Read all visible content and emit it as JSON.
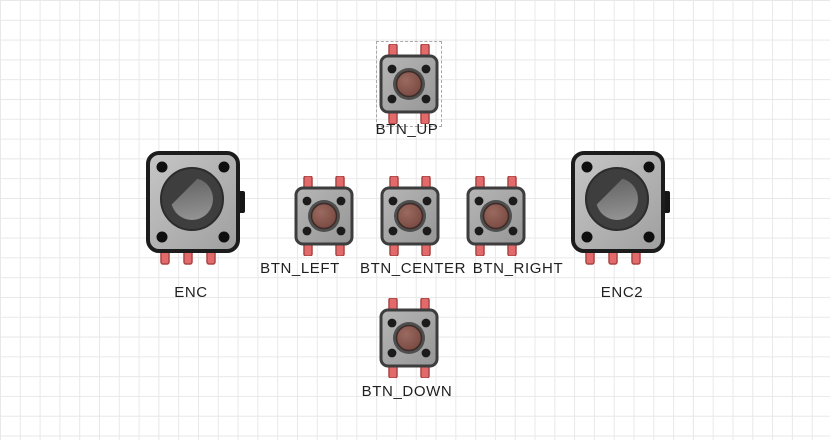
{
  "canvas": {
    "background": "#ffffff",
    "grid_color": "#e8e8e8"
  },
  "selection": {
    "color": "#a8a8a8",
    "selected_component": "BTN_UP"
  },
  "components": {
    "btn_up": {
      "type": "pushbutton",
      "label": "BTN_UP",
      "selected": true
    },
    "btn_left": {
      "type": "pushbutton",
      "label": "BTN_LEFT",
      "selected": false
    },
    "btn_center": {
      "type": "pushbutton",
      "label": "BTN_CENTER",
      "selected": false
    },
    "btn_right": {
      "type": "pushbutton",
      "label": "BTN_RIGHT",
      "selected": false
    },
    "btn_down": {
      "type": "pushbutton",
      "label": "BTN_DOWN",
      "selected": false
    },
    "enc": {
      "type": "rotary-encoder",
      "label": "ENC",
      "selected": false
    },
    "enc2": {
      "type": "rotary-encoder",
      "label": "ENC2",
      "selected": false
    }
  },
  "palette": {
    "pin_red": "#e36a6a",
    "pin_outline": "#a94444",
    "button_cap_brown": "#8a5a50",
    "pushbutton_body_gray": "#a8a8a8",
    "encoder_body_gray": "#b5b5b5",
    "knob_dark": "#3e3e3e",
    "shaft_gray": "#8c8c8c",
    "label_text": "#1f1f1f"
  }
}
